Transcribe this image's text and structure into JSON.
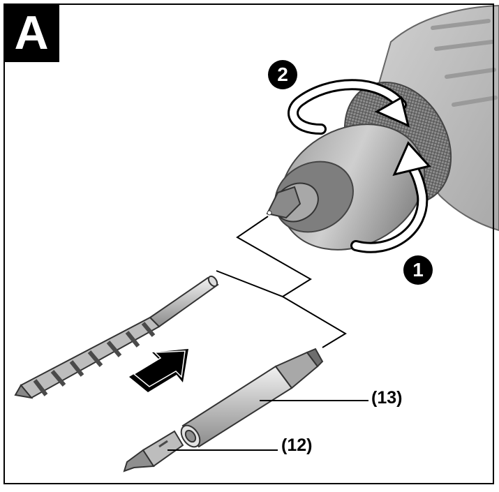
{
  "panel": {
    "letter": "A"
  },
  "steps": [
    {
      "number": "1"
    },
    {
      "number": "2"
    }
  ],
  "callouts": [
    {
      "label": "(13)"
    },
    {
      "label": "(12)"
    }
  ],
  "palette": {
    "ink": "#000000",
    "paper": "#ffffff",
    "metal_dark": "#8a8a8a",
    "metal_light": "#d7d7d7",
    "housing": "#c4c4c4"
  }
}
